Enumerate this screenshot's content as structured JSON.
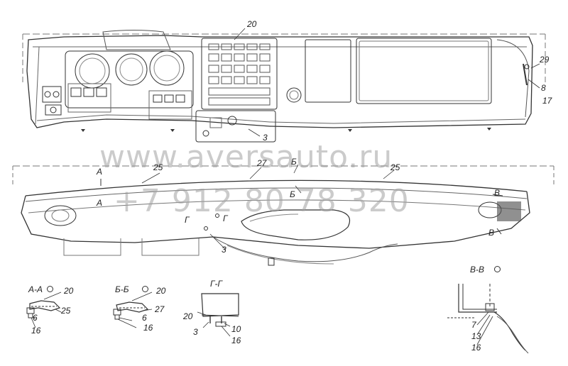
{
  "watermark": {
    "url": "www.aversauto.ru",
    "phone": "+7 912 80 78 320"
  },
  "top_view": {
    "callouts": {
      "panel": "20",
      "screw": "29",
      "nut": "8",
      "washer": "17",
      "cover": "3"
    }
  },
  "bottom_view": {
    "callouts": {
      "section_a_left": "A",
      "seal_left": "25",
      "seal_mid": "27",
      "section_b": "Б",
      "section_b_mid": "Б",
      "seal_right": "25",
      "section_v_top": "В",
      "section_a_lower": "A",
      "section_g_left": "Г",
      "section_g_right": "Г",
      "cover": "3",
      "section_v_bottom": "В"
    }
  },
  "details": {
    "a_a": {
      "title": "А-А",
      "labels": [
        "20",
        "25",
        "6",
        "16"
      ]
    },
    "b_b": {
      "title": "Б-Б",
      "labels": [
        "20",
        "27",
        "6",
        "16"
      ]
    },
    "g_g": {
      "title": "Г-Г",
      "labels": [
        "20",
        "3",
        "10",
        "16"
      ]
    },
    "v_v": {
      "title": "В-В",
      "labels": [
        "7",
        "13",
        "16"
      ]
    }
  }
}
